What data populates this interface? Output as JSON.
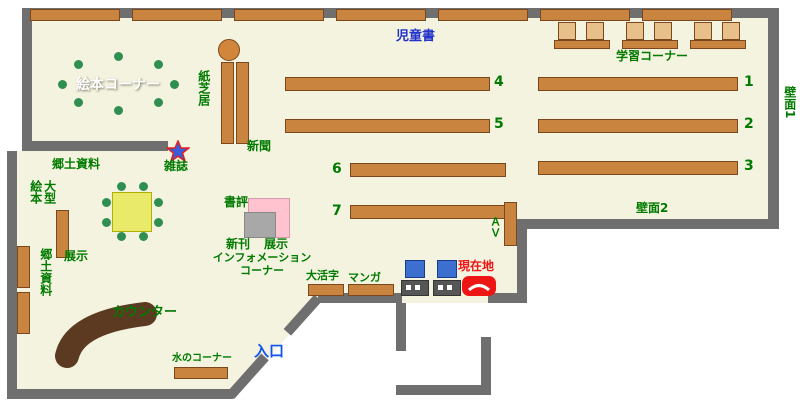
{
  "labels": {
    "children_books": "児童書",
    "study_corner": "学習コーナー",
    "picture_book_corner": "絵本コーナー",
    "kamishibai": "紙芝居",
    "newspaper": "新聞",
    "magazine": "雑誌",
    "local_materials_top": "郷土資料",
    "large_picture_books_line1": "大型",
    "large_picture_books_line2": "絵本",
    "exhibit": "展示",
    "local_materials_side": "郷土資料",
    "book_review": "書評",
    "new_arrival": "新刊",
    "new_arrival_exhibit": "展示",
    "information_line1": "インフォメーション",
    "information_line2": "コーナー",
    "large_print": "大活字",
    "manga": "マンガ",
    "current_location": "現在地",
    "av_corner": "ＡＶ",
    "counter": "カウンター",
    "water_corner": "水のコーナー",
    "entrance": "入口",
    "wall_face_1": "壁面1",
    "wall_face_2": "壁面2"
  },
  "shelf_numbers": {
    "n1": "1",
    "n2": "2",
    "n3": "3",
    "n4": "4",
    "n5": "5",
    "n6": "6",
    "n7": "7"
  },
  "icons": {
    "magazine_star": "star-icon",
    "current_location_marker": "location-marker"
  },
  "colors": {
    "floor": "#f4f3df",
    "wall": "#6f6f6f",
    "shelf": "#c9853f",
    "shelfborder": "#7a481c",
    "green": "#007a00",
    "blue": "#2233cc",
    "red": "#ee1515",
    "entranceblue": "#1155ee",
    "yellow": "#e9e96a",
    "pink": "#ffc3d0",
    "tan": "#e7c08a",
    "counter": "#5b3a21",
    "dotgreen": "#2f8f50",
    "orange": "#d2863c",
    "screenblue": "#3d6fd0"
  }
}
